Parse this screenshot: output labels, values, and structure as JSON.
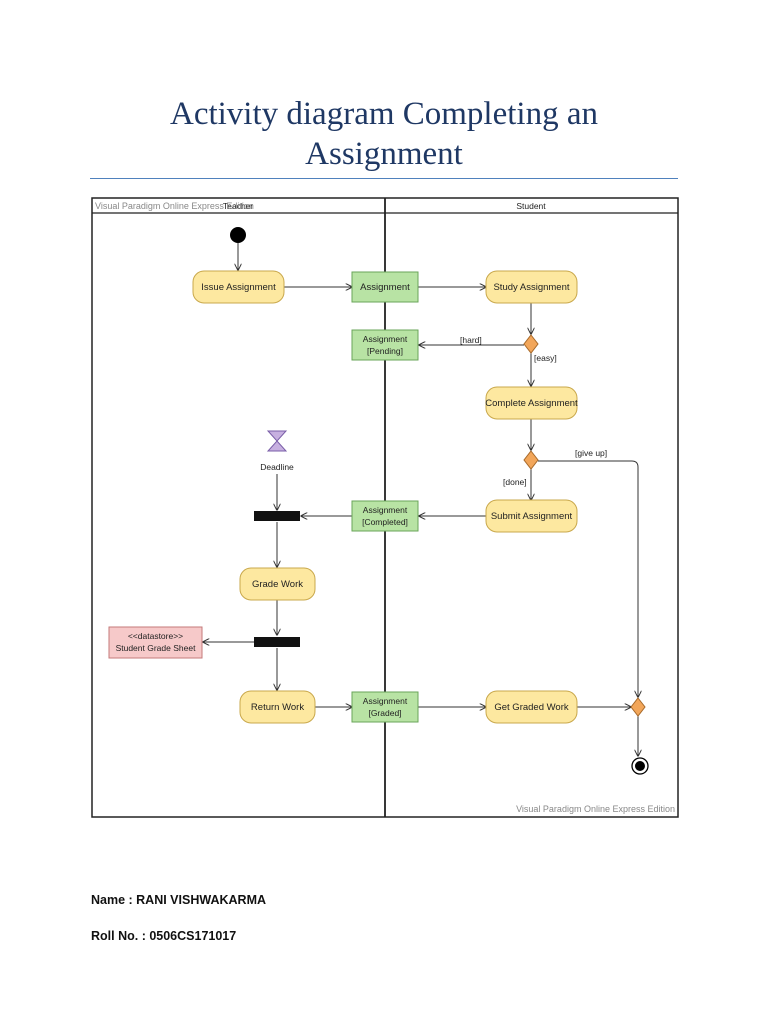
{
  "page": {
    "title": "Activity diagram Completing an Assignment",
    "name_line": "Name : RANI VISHWAKARMA",
    "roll_line": "Roll No. : 0506CS171017"
  },
  "diagram": {
    "watermark_top": "Visual Paradigm Online Express Edition",
    "watermark_bottom": "Visual Paradigm Online Express Edition",
    "lanes": {
      "teacher": "Teacher",
      "student": "Student"
    },
    "actions": {
      "issue_assignment": "Issue Assignment",
      "study_assignment": "Study Assignment",
      "complete_assignment": "Complete Assignment",
      "submit_assignment": "Submit Assignment",
      "grade_work": "Grade Work",
      "return_work": "Return Work",
      "get_graded_work": "Get Graded Work"
    },
    "objects": {
      "assignment": "Assignment",
      "assignment_pending_1": "Assignment",
      "assignment_pending_2": "[Pending]",
      "assignment_completed_1": "Assignment",
      "assignment_completed_2": "[Completed]",
      "assignment_graded_1": "Assignment",
      "assignment_graded_2": "[Graded]"
    },
    "datastore": {
      "stereotype": "<<datastore>>",
      "name": "Student Grade Sheet"
    },
    "event": {
      "deadline": "Deadline"
    },
    "guards": {
      "hard": "[hard]",
      "easy": "[easy]",
      "give_up": "[give up]",
      "done": "[done]"
    },
    "colors": {
      "action_fill": "#fde8a0",
      "action_stroke": "#c9a84c",
      "object_fill": "#b8e3a4",
      "object_stroke": "#6aa55a",
      "datastore_fill": "#f6c9c9",
      "datastore_stroke": "#c47a7a",
      "decision_fill": "#f2a65a",
      "hourglass_fill": "#c7b0e0",
      "title_color": "#1f3864",
      "rule_color": "#4f81bd"
    }
  }
}
